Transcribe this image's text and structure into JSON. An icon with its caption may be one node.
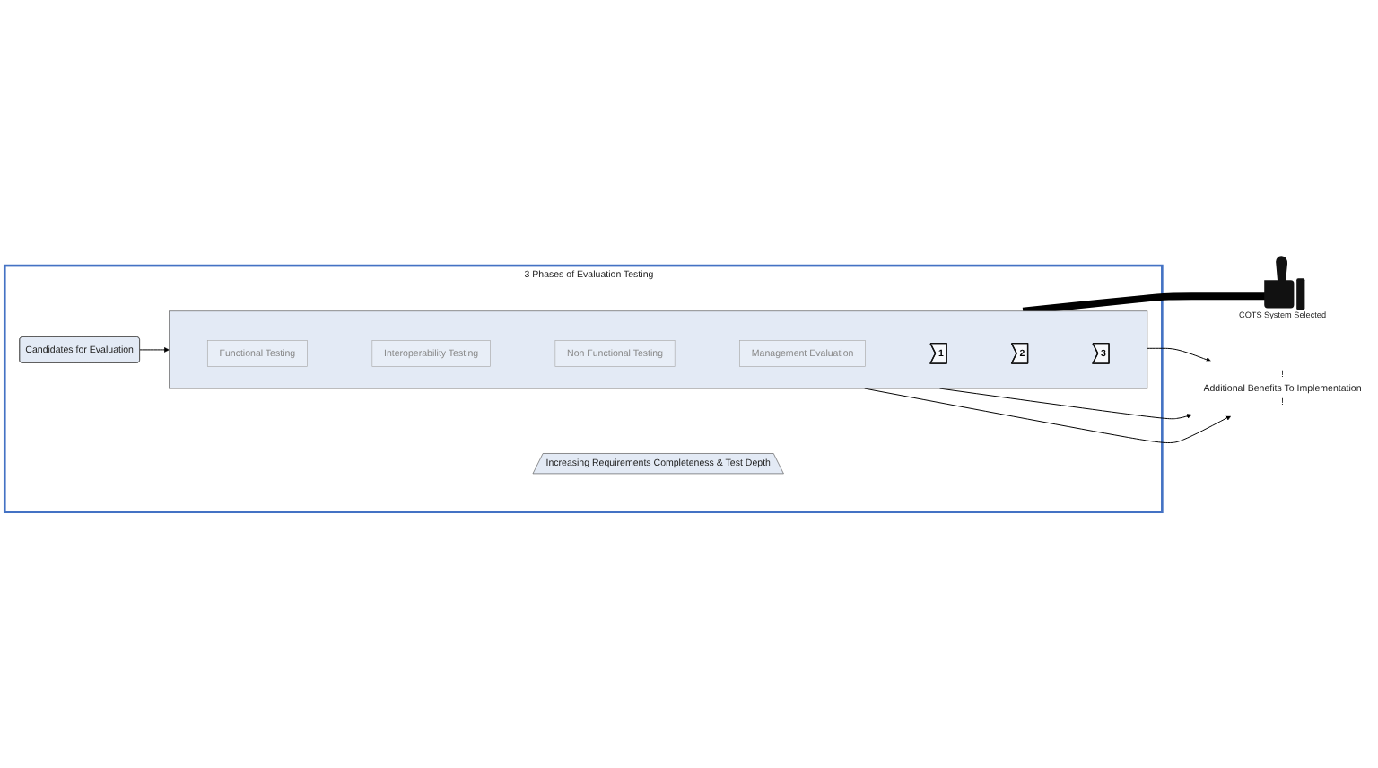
{
  "diagram": {
    "nodes": [
      {
        "text": [
          "3 Phases of Evaluation Testing"
        ]
      },
      {
        "text": [
          "Candidates for Evaluation"
        ],
        "in": 0
      },
      {
        "text": [],
        "shape": "box",
        "in": 0
      },
      {
        "text": [
          "Functional Testing"
        ],
        "in": 2
      },
      {
        "text": [
          "Interoperability Testing"
        ],
        "in": 2
      },
      {
        "text": [
          "Non Functional Testing"
        ],
        "in": 2
      },
      {
        "text": [
          "Management Evaluation"
        ],
        "in": 2
      },
      {
        "text": [
          "1"
        ],
        "in": 2
      },
      {
        "text": [
          "2"
        ],
        "in": 2
      },
      {
        "text": [
          "3"
        ],
        "in": 2
      },
      {
        "text": [
          "Increasing Requirements Completeness & Test Depth"
        ],
        "in": 0
      },
      {
        "text": [],
        "shape": "picture",
        "beside": [
          "COTS System Selected"
        ]
      },
      {
        "text": [
          "!",
          "Additional Benefits To Implementation",
          "!"
        ]
      }
    ],
    "edges": [
      {
        "from": 1,
        "to": 2,
        "arrow": "to"
      },
      {
        "from": 2,
        "to": 11,
        "arrow": "to",
        "style": "thick"
      },
      {
        "from": 2,
        "to": 12,
        "arrow": "to"
      },
      {
        "from": 2,
        "to": 12,
        "arrow": "to"
      },
      {
        "from": 2,
        "to": 12,
        "arrow": "to"
      }
    ]
  }
}
